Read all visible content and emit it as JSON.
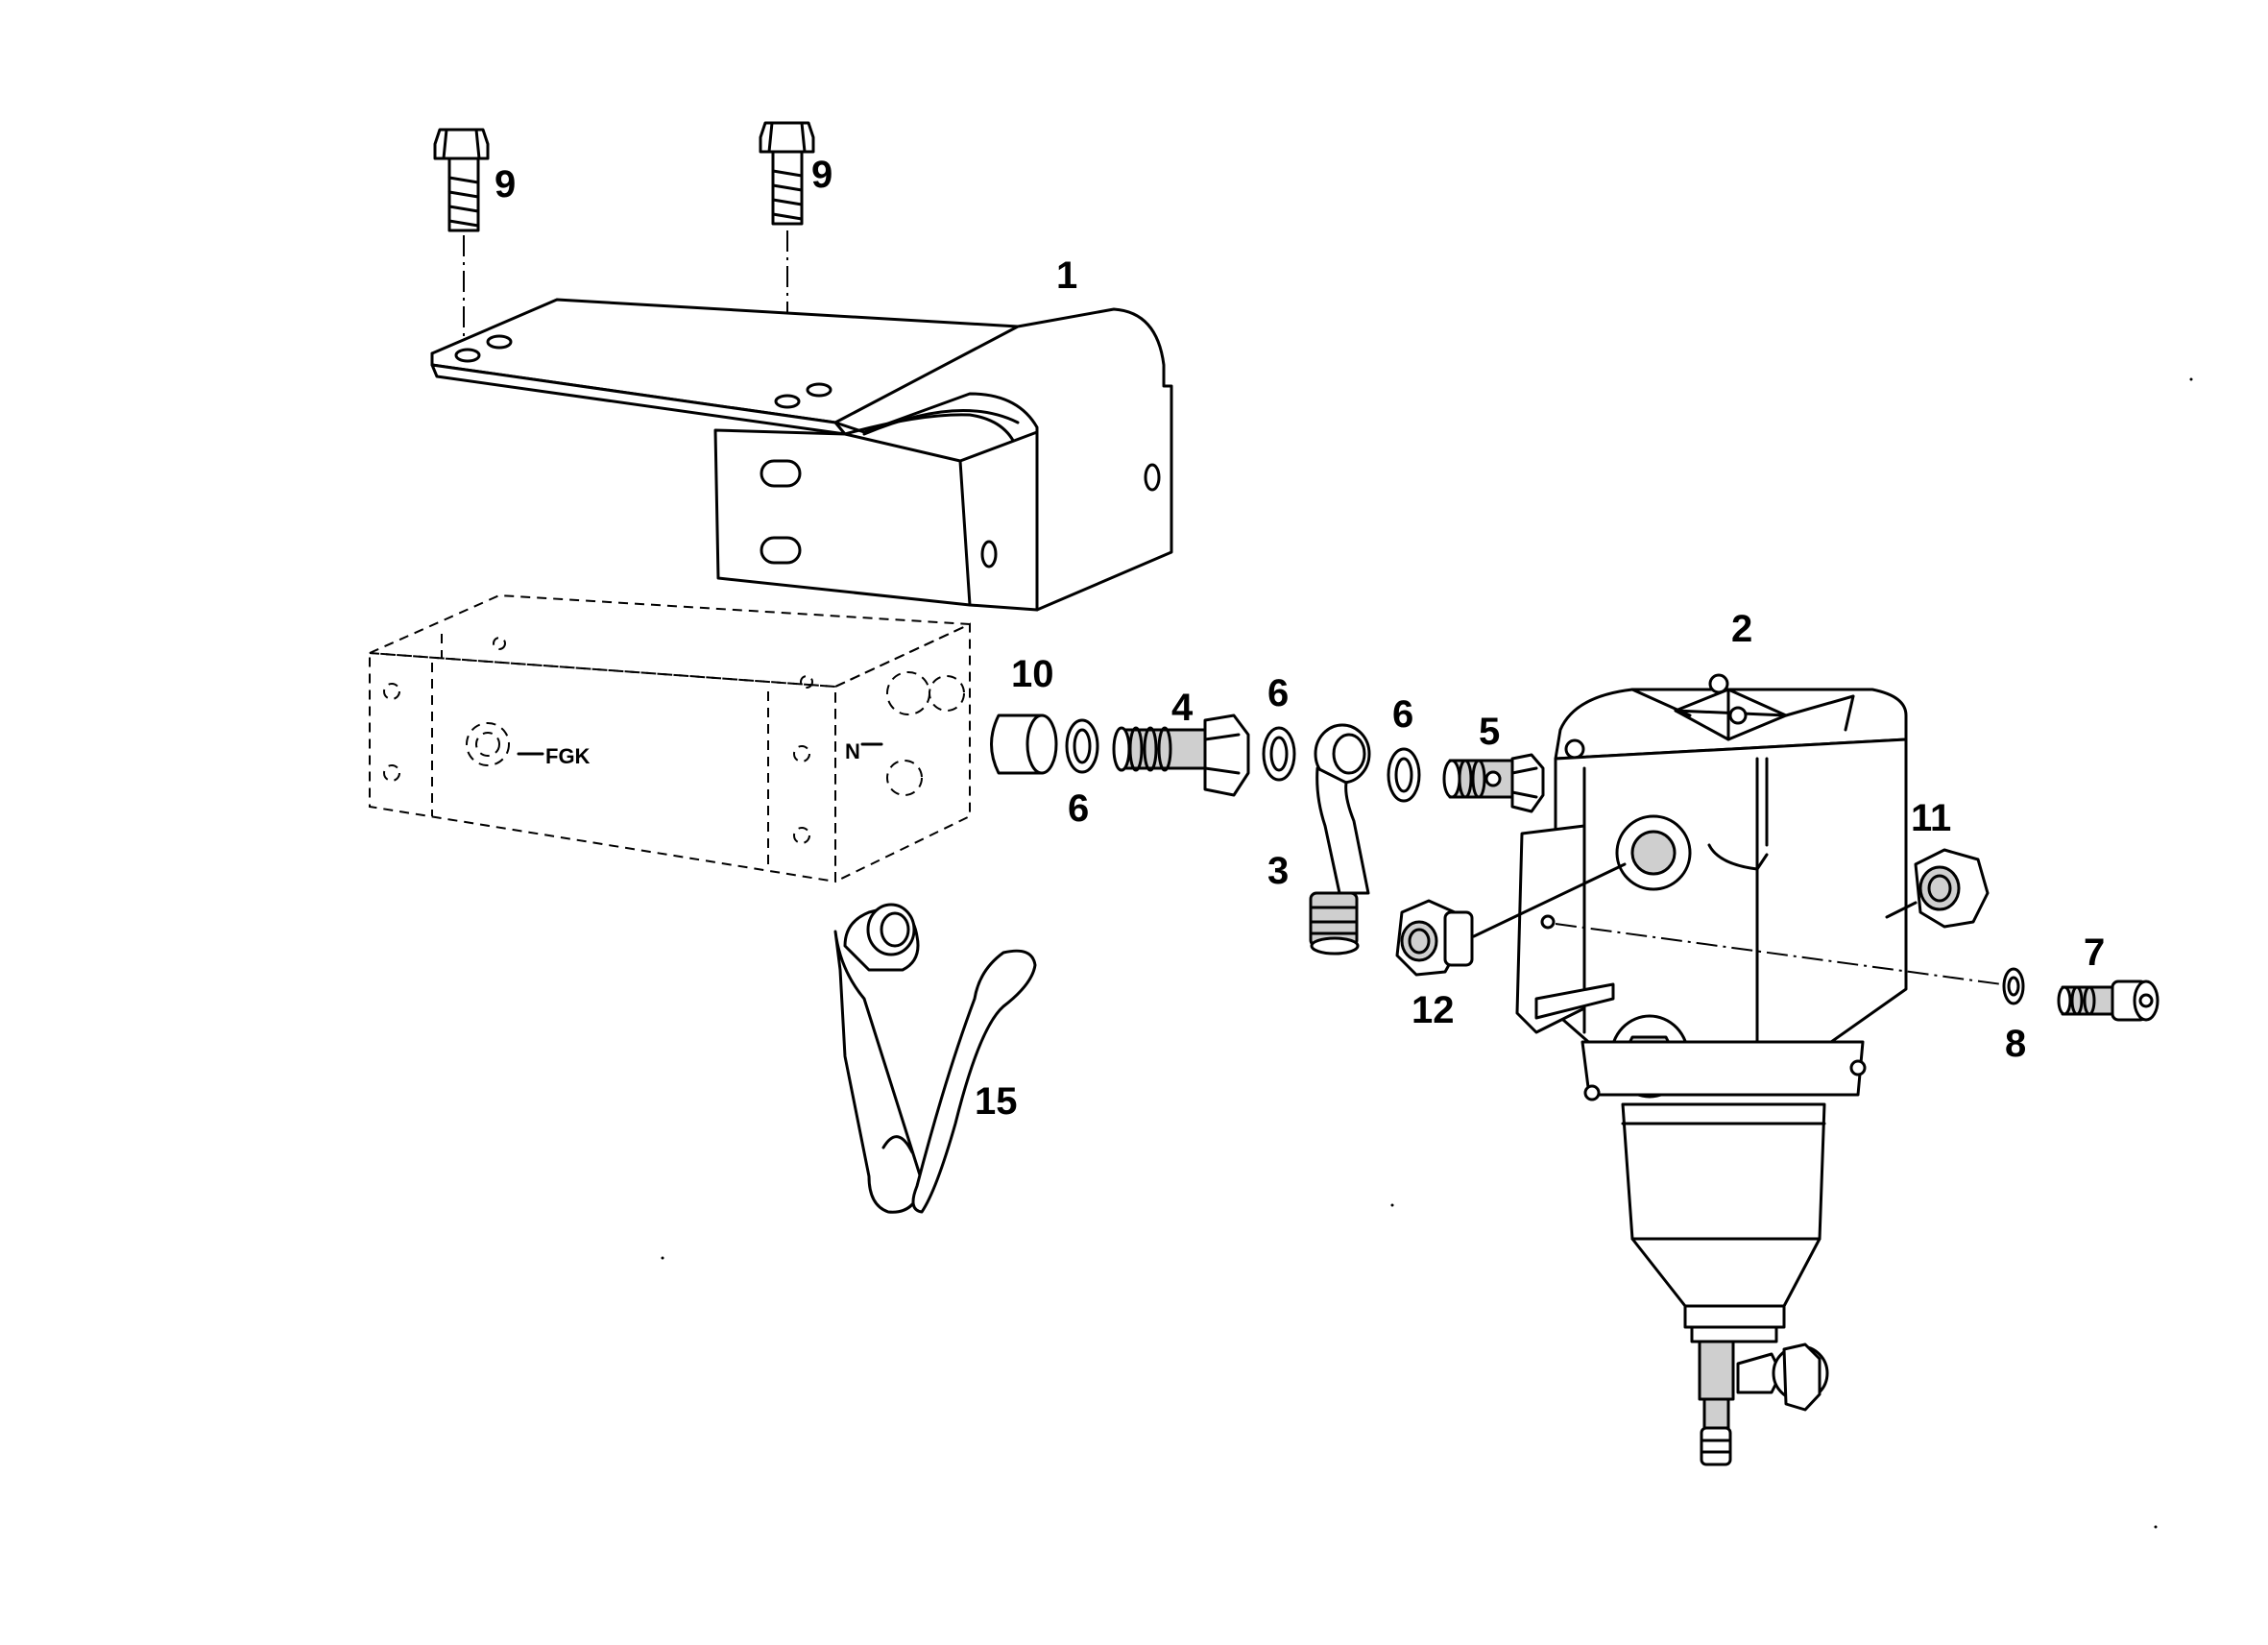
{
  "callouts": {
    "c1": "1",
    "c2": "2",
    "c3": "3",
    "c4": "4",
    "c5": "5",
    "c6a": "6",
    "c6b": "6",
    "c6c": "6",
    "c7": "7",
    "c8": "8",
    "c9a": "9",
    "c9b": "9",
    "c10": "10",
    "c11": "11",
    "c12": "12",
    "c15": "15"
  },
  "ghost_labels": {
    "outlet": "FGK",
    "inlet": "N"
  }
}
